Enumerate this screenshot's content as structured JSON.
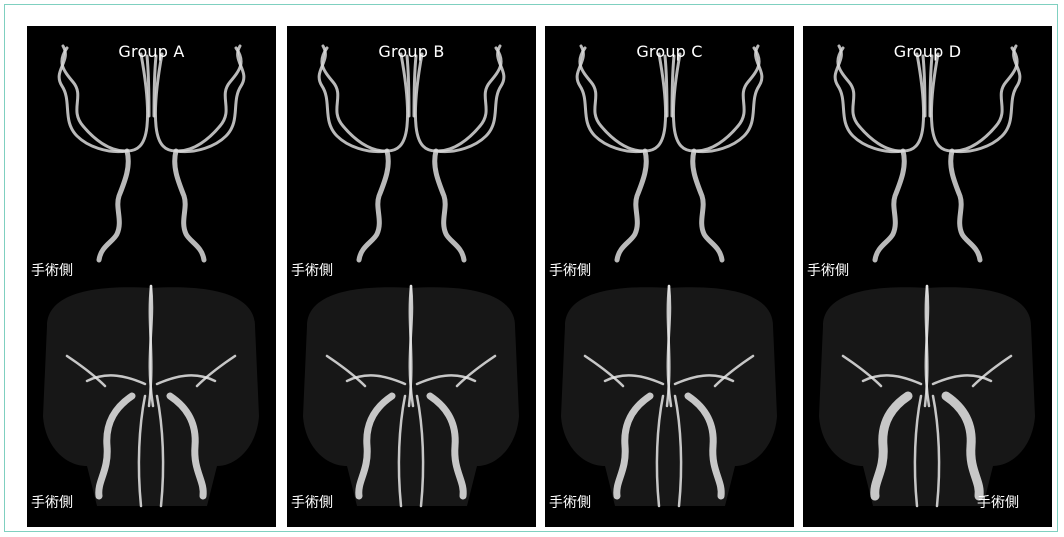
{
  "panels": [
    {
      "title": "Group A",
      "upper_label": "手術側",
      "lower_label": "手術側",
      "lower_label_side": "left"
    },
    {
      "title": "Group B",
      "upper_label": "手術側",
      "lower_label": "手術側",
      "lower_label_side": "left"
    },
    {
      "title": "Group C",
      "upper_label": "手術側",
      "lower_label": "手術側",
      "lower_label_side": "left"
    },
    {
      "title": "Group D",
      "upper_label": "手術側",
      "lower_label": "手術側",
      "lower_label_side": "right"
    }
  ]
}
